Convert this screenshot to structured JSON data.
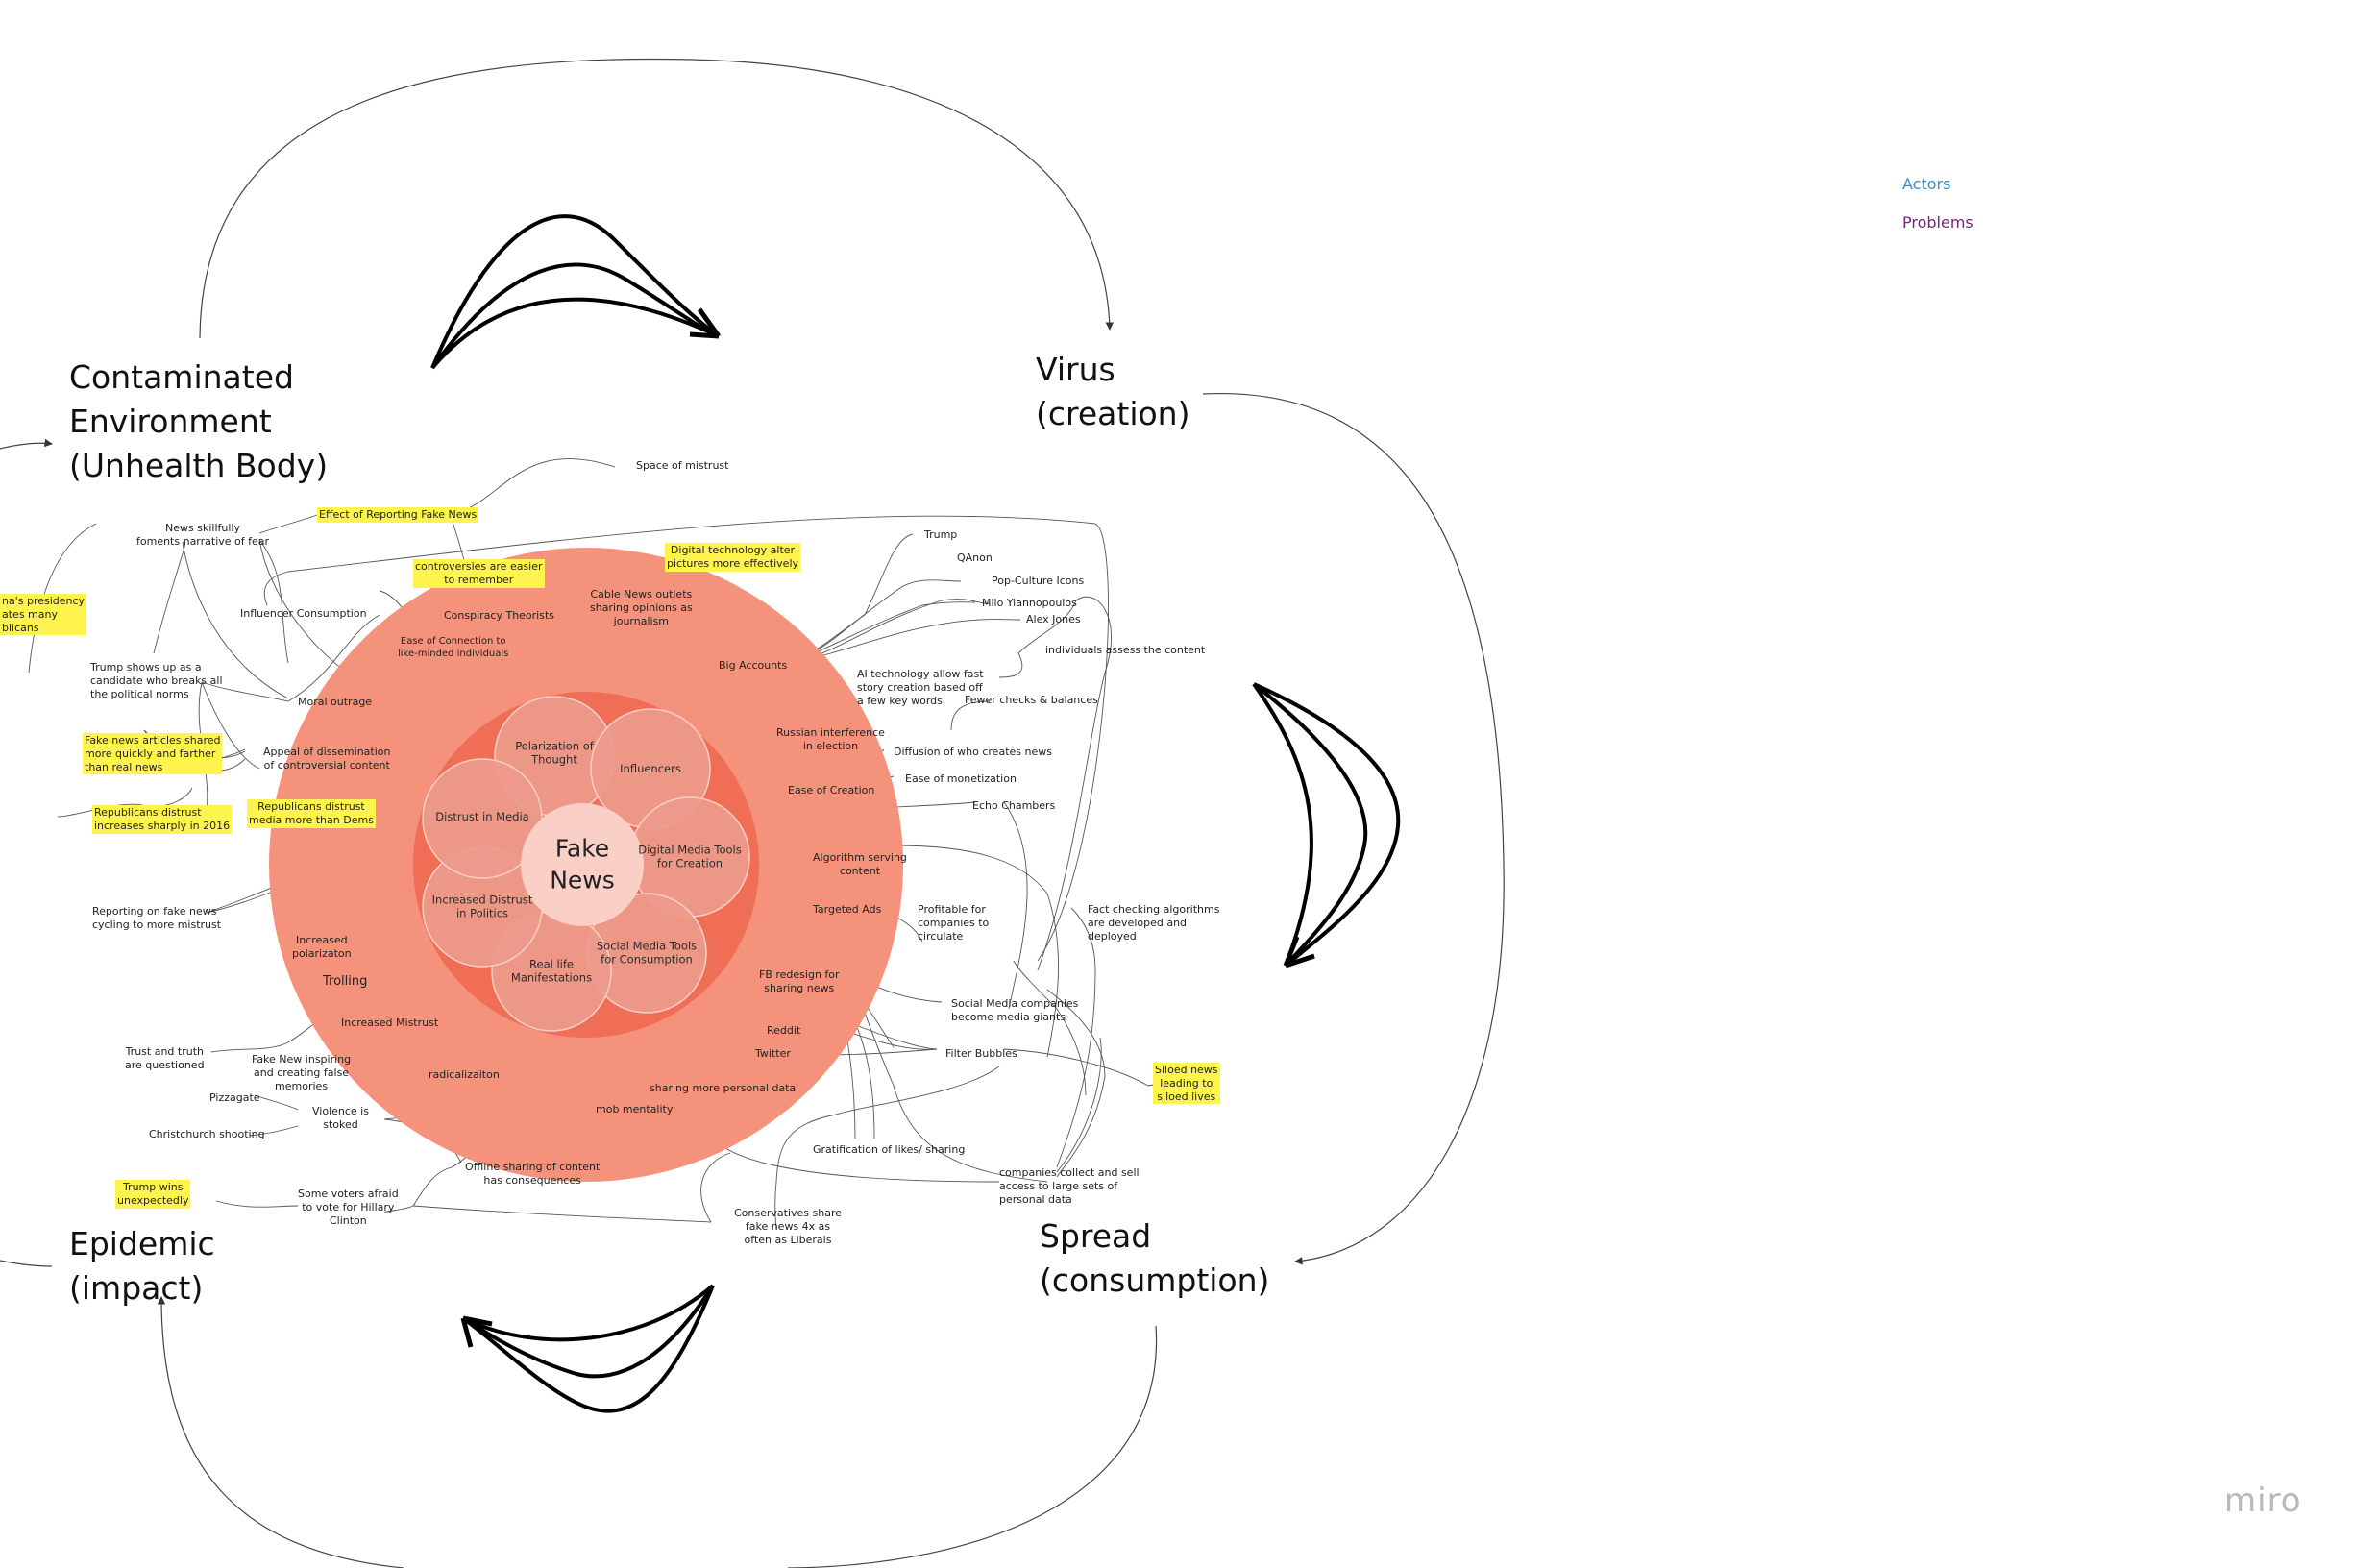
{
  "stages": {
    "contaminated": "Contaminated\nEnvironment\n(Unhealth Body)",
    "virus": "Virus\n(creation)",
    "spread": "Spread\n(consumption)",
    "epidemic": "Epidemic\n(impact)"
  },
  "legend": {
    "actors": {
      "label": "Actors",
      "color": "#3b8fc4"
    },
    "problems": {
      "label": "Problems",
      "color": "#7a1f7a"
    }
  },
  "watermark": "miro",
  "colors": {
    "outer_ring": "#f4927c",
    "inner_ring": "#ef6e55",
    "petal": "#ed9a8c",
    "center": "#f9cfc6",
    "highlight": "#fff34d"
  },
  "center": "Fake\nNews",
  "petals": [
    {
      "id": "polarization",
      "label": "Polarization of\nThought"
    },
    {
      "id": "influencers",
      "label": "Influencers"
    },
    {
      "id": "digital-tools",
      "label": "Digital Media Tools\nfor Creation"
    },
    {
      "id": "social-tools",
      "label": "Social Media Tools\nfor Consumption"
    },
    {
      "id": "real-life",
      "label": "Real life\nManifestations"
    },
    {
      "id": "distrust-politics",
      "label": "Increased Distrust\nin Politics"
    },
    {
      "id": "distrust-media",
      "label": "Distrust in Media"
    }
  ],
  "notes": {
    "space_mistrust": "Space of mistrust",
    "effect_reporting": "Effect of Reporting Fake News",
    "news_skillfully": "News skillfully\nfoments narrative of fear",
    "obama": "na's presidency\nates many\nblicans",
    "influencer_consumption": "Influencer Consumption",
    "controversies": "controversies are easier\nto remember",
    "conspiracy": "Conspiracy Theorists",
    "ease_connection": "Ease of Connection to\nlike-minded individuals",
    "cable_news": "Cable News outlets\nsharing opinions as\njournalism",
    "digital_alter": "Digital technology alter\npictures more effectively",
    "trump_candidate": "Trump shows up as a\ncandidate who breaks all\nthe political norms",
    "moral_outrage": "Moral outrage",
    "fake_articles": "Fake news articles shared\nmore quickly and farther\nthan real news",
    "appeal": "Appeal of dissemination\nof controversial content",
    "rep_distrust_2016": "Republicans distrust\nincreases sharply in 2016",
    "rep_distrust_media": "Republicans distrust\nmedia more than Dems",
    "reporting_cycling": "Reporting on fake news\ncycling to more mistrust",
    "increased_polarization": "Increased\npolarizaton",
    "trolling": "Trolling",
    "increased_mistrust": "Increased Mistrust",
    "trust_truth": "Trust and truth\nare questioned",
    "fake_inspiring": "Fake New inspiring\nand creating false\nmemories",
    "pizzagate": "Pizzagate",
    "violence": "Violence is\nstoked",
    "christchurch": "Christchurch shooting",
    "radicalization": "radicalizaiton",
    "mob": "mob mentality",
    "offline": "Offline sharing of content\nhas consequences",
    "trump_wins": "Trump wins\nunexpectedly",
    "voters_afraid": "Some voters afraid\nto vote for Hillary\nClinton",
    "trump": "Trump",
    "qanon": "QAnon",
    "popculture": "Pop-Culture Icons",
    "milo": "Milo Yiannopoulos",
    "alex": "Alex Jones",
    "big_accounts": "Big Accounts",
    "individuals_assess": "individuals assess the content",
    "ai_tech": "AI technology allow fast\nstory creation based off\na few key words",
    "fewer_checks": "Fewer checks & balances",
    "russian": "Russian interference\nin election",
    "diffusion": "Diffusion of who creates news",
    "ease_creation": "Ease of Creation",
    "ease_monetization": "Ease of monetization",
    "echo": "Echo Chambers",
    "algorithm": "Algorithm serving\ncontent",
    "targeted_ads": "Targeted Ads",
    "profitable": "Profitable for\ncompanies to\ncirculate",
    "fact_checking": "Fact checking algorithms\nare developed and\ndeployed",
    "fb_redesign": "FB redesign for\nsharing news",
    "social_giants": "Social Media companies\nbecome media giants",
    "reddit": "Reddit",
    "twitter": "Twitter",
    "filter_bubbles": "Filter Bubbles",
    "siloed": "Siloed news\nleading to\nsiloed lives",
    "sharing_personal": "sharing more personal data",
    "gratification": "Gratification of likes/ sharing",
    "companies_collect": "companies collect and sell\naccess to large sets of\npersonal data",
    "conservatives": "Conservatives share\nfake news 4x as\noften as Liberals"
  }
}
